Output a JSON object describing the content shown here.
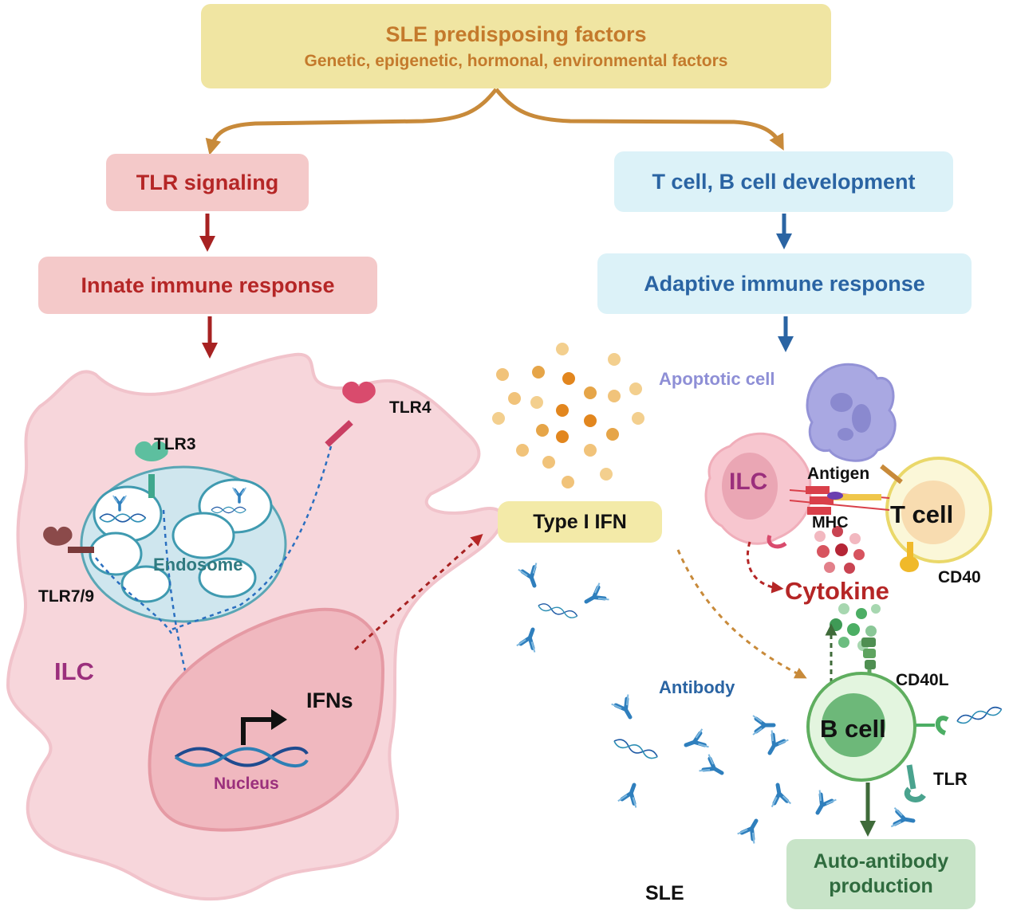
{
  "top_box": {
    "title": "SLE predisposing factors",
    "subtitle": "Genetic, epigenetic, hormonal, environmental factors"
  },
  "left_path": {
    "step1": "TLR signaling",
    "step2": "Innate immune response"
  },
  "right_path": {
    "step1": "T cell, B cell development",
    "step2": "Adaptive immune response"
  },
  "innate_cell": {
    "cell_label": "ILC",
    "receptors": [
      "TLR3",
      "TLR4",
      "TLR7/9"
    ],
    "endosome_label": "Endosome",
    "nucleus_label": "Nucleus",
    "product_label": "IFNs"
  },
  "center": {
    "type_ifn_label": "Type I IFN"
  },
  "adaptive_scene": {
    "apoptotic_label": "Apoptotic cell",
    "ilc_label": "ILC",
    "antigen_label": "Antigen",
    "mhc_label": "MHC",
    "tcell_label": "T cell",
    "cd40_label": "CD40",
    "cytokine_label": "Cytokine",
    "cd40l_label": "CD40L",
    "antibody_label": "Antibody",
    "bcell_label": "B cell",
    "tlr_label": "TLR",
    "auto_antibody_label": "Auto-antibody production",
    "disease_label": "SLE"
  },
  "colors": {
    "top_box_fill": "#f0e5a2",
    "top_box_text": "#c47a2c",
    "innate_box_fill": "#f4c9c9",
    "innate_text": "#b52626",
    "adaptive_box_fill": "#dcf2f8",
    "adaptive_text": "#2a64a3",
    "auto_box_fill": "#c8e4c8",
    "auto_text": "#2f6b3e",
    "ilc_text": "#9b2f7c",
    "cytokine_text": "#b52626",
    "apoptotic_text": "#8e8fd6",
    "antibody_color": "#2f7fbd"
  }
}
